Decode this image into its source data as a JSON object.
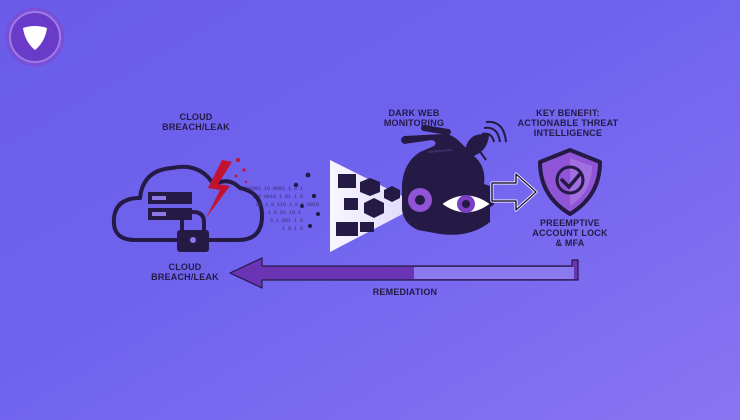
{
  "labels": {
    "cloud_top": "CLOUD\nBREACH/LEAK",
    "dark_web": "DARK WEB\nMONITORING",
    "key_benefit": "KEY BENEFIT:\nACTIONABLE THREAT\nINTELLIGENCE",
    "preemptive": "PREEMPTIVE\nACCOUNT LOCK\n& MFA",
    "cloud_bottom": "CLOUD\nBREACH/LEAK",
    "remediation": "REMEDIATION"
  },
  "colors": {
    "ink": "#241a45",
    "accent": "#7b3fc4",
    "crack": "#c3122f",
    "shield": "#8f55d6",
    "logo": "#5a2db0"
  },
  "icons": [
    "logo-icon",
    "cloud-icon",
    "server-icon",
    "padlock-icon",
    "lightning-crack-icon",
    "data-stream",
    "projector-beam",
    "hand-eye-icon",
    "satellite-dish-icon",
    "eye-icon",
    "arrow-right-icon",
    "shield-check-icon",
    "remediation-arrow"
  ]
}
